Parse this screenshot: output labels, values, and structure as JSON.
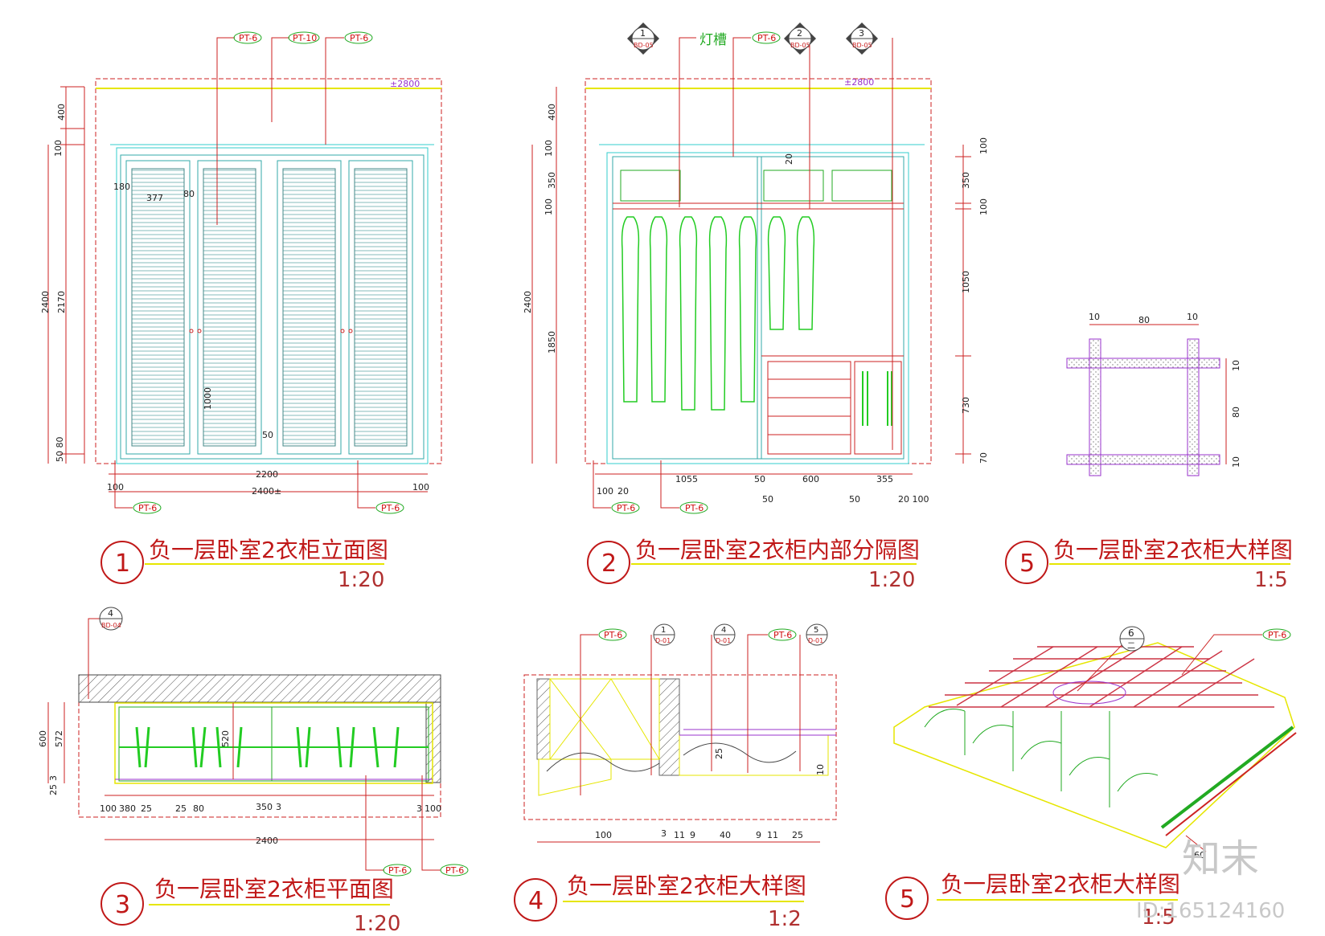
{
  "tags": {
    "pt6": "PT-6",
    "pt10": "PT-10",
    "lightbox": "灯槽"
  },
  "level": "±2800",
  "views": [
    {
      "number": "1",
      "title": "负一层卧室2衣柜立面图",
      "scale": "1:20"
    },
    {
      "number": "2",
      "title": "负一层卧室2衣柜内部分隔图",
      "scale": "1:20"
    },
    {
      "number": "5",
      "title": "负一层卧室2衣柜大样图",
      "scale": "1:5"
    },
    {
      "number": "3",
      "title": "负一层卧室2衣柜平面图",
      "scale": "1:20"
    },
    {
      "number": "4",
      "title": "负一层卧室2衣柜大样图",
      "scale": "1:2"
    },
    {
      "number": "5",
      "title": "负一层卧室2衣柜大样图",
      "scale": "1:5"
    }
  ],
  "section_marks": [
    {
      "num": "1",
      "ref": "BD-05"
    },
    {
      "num": "2",
      "ref": "BD-05"
    },
    {
      "num": "3",
      "ref": "BD-05"
    },
    {
      "num": "4",
      "ref": "BD-04"
    },
    {
      "num": "1",
      "ref": "D-01"
    },
    {
      "num": "4",
      "ref": "D-01"
    },
    {
      "num": "5",
      "ref": "D-01"
    },
    {
      "num": "6",
      "ref": "二"
    }
  ],
  "dims": {
    "v1": {
      "h400": "400",
      "h100": "100",
      "h2170": "2170",
      "h2400": "2400",
      "h1000": "1000",
      "h5080": "50 80",
      "w180": "180",
      "w377": "377",
      "w80": "80",
      "w50": "50",
      "w2200": "2200",
      "w100a": "100",
      "w2400": "2400±",
      "w100b": "100"
    },
    "v2": {
      "h400": "400",
      "h100a": "100",
      "h350": "350",
      "h100b": "100",
      "h2400": "2400",
      "h1850": "1850",
      "h20": "20",
      "r100a": "100",
      "r350": "350",
      "r100b": "100",
      "r1050": "1050",
      "r730": "730",
      "r70": "70",
      "b100": "100",
      "b20": "20",
      "b1055": "1055",
      "b50": "50",
      "b600": "600",
      "b355": "355",
      "c50a": "50",
      "c50b": "50",
      "c20100": "20 100"
    },
    "v3": {
      "h600": "600",
      "h572": "572",
      "h25": "25",
      "h3": "3",
      "h520": "520",
      "b100": "100",
      "b380": "380",
      "b25a": "25",
      "b25": "25",
      "b80": "80",
      "b350": "350",
      "b3": "3",
      "b3r": "3",
      "b100r": "100",
      "b2400": "2400"
    },
    "v4": {
      "b100": "100",
      "b3": "3",
      "b11a": "11",
      "b9a": "9",
      "b40": "40",
      "b9b": "9",
      "b11b": "11",
      "b25": "25",
      "h25": "25",
      "h10": "10"
    },
    "v5a": {
      "t10a": "10",
      "t80": "80",
      "t10b": "10",
      "r10a": "10",
      "r80": "80",
      "r10b": "10"
    },
    "v5b": {
      "d60": "60"
    }
  },
  "watermark": {
    "brand": "知末",
    "id": "ID:165124160"
  }
}
